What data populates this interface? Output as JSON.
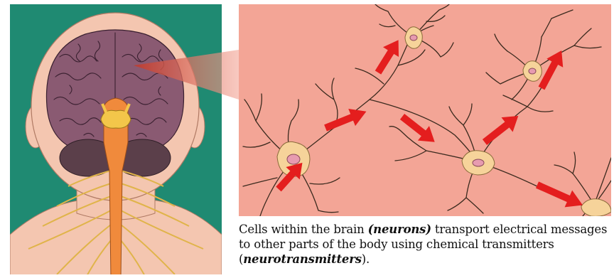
{
  "caption": {
    "part1": "Cells within the brain ",
    "term1": "(neurons)",
    "part2": " transport electrical messages to other parts of the body using chemical transmitters (",
    "term2": "neurotransmitters",
    "part3": ")."
  },
  "colors": {
    "left_background": "#1f8a72",
    "skin": "#f4c6b0",
    "skin_outline": "#b07a64",
    "brain": "#8a5a72",
    "brain_folds": "#3a2030",
    "cerebellum": "#5b3f4a",
    "brainstem": "#f08a3c",
    "nerves": "#e0b44a",
    "detail_background": "#f3a596",
    "neuron_body": "#f6d39a",
    "neuron_branches": "#3b2a1e",
    "arrow": "#e41e1e",
    "callout_beam": "#c0392b"
  },
  "icons": {
    "arrow": "signal-direction-arrow",
    "neuron": "neuron-cell"
  }
}
